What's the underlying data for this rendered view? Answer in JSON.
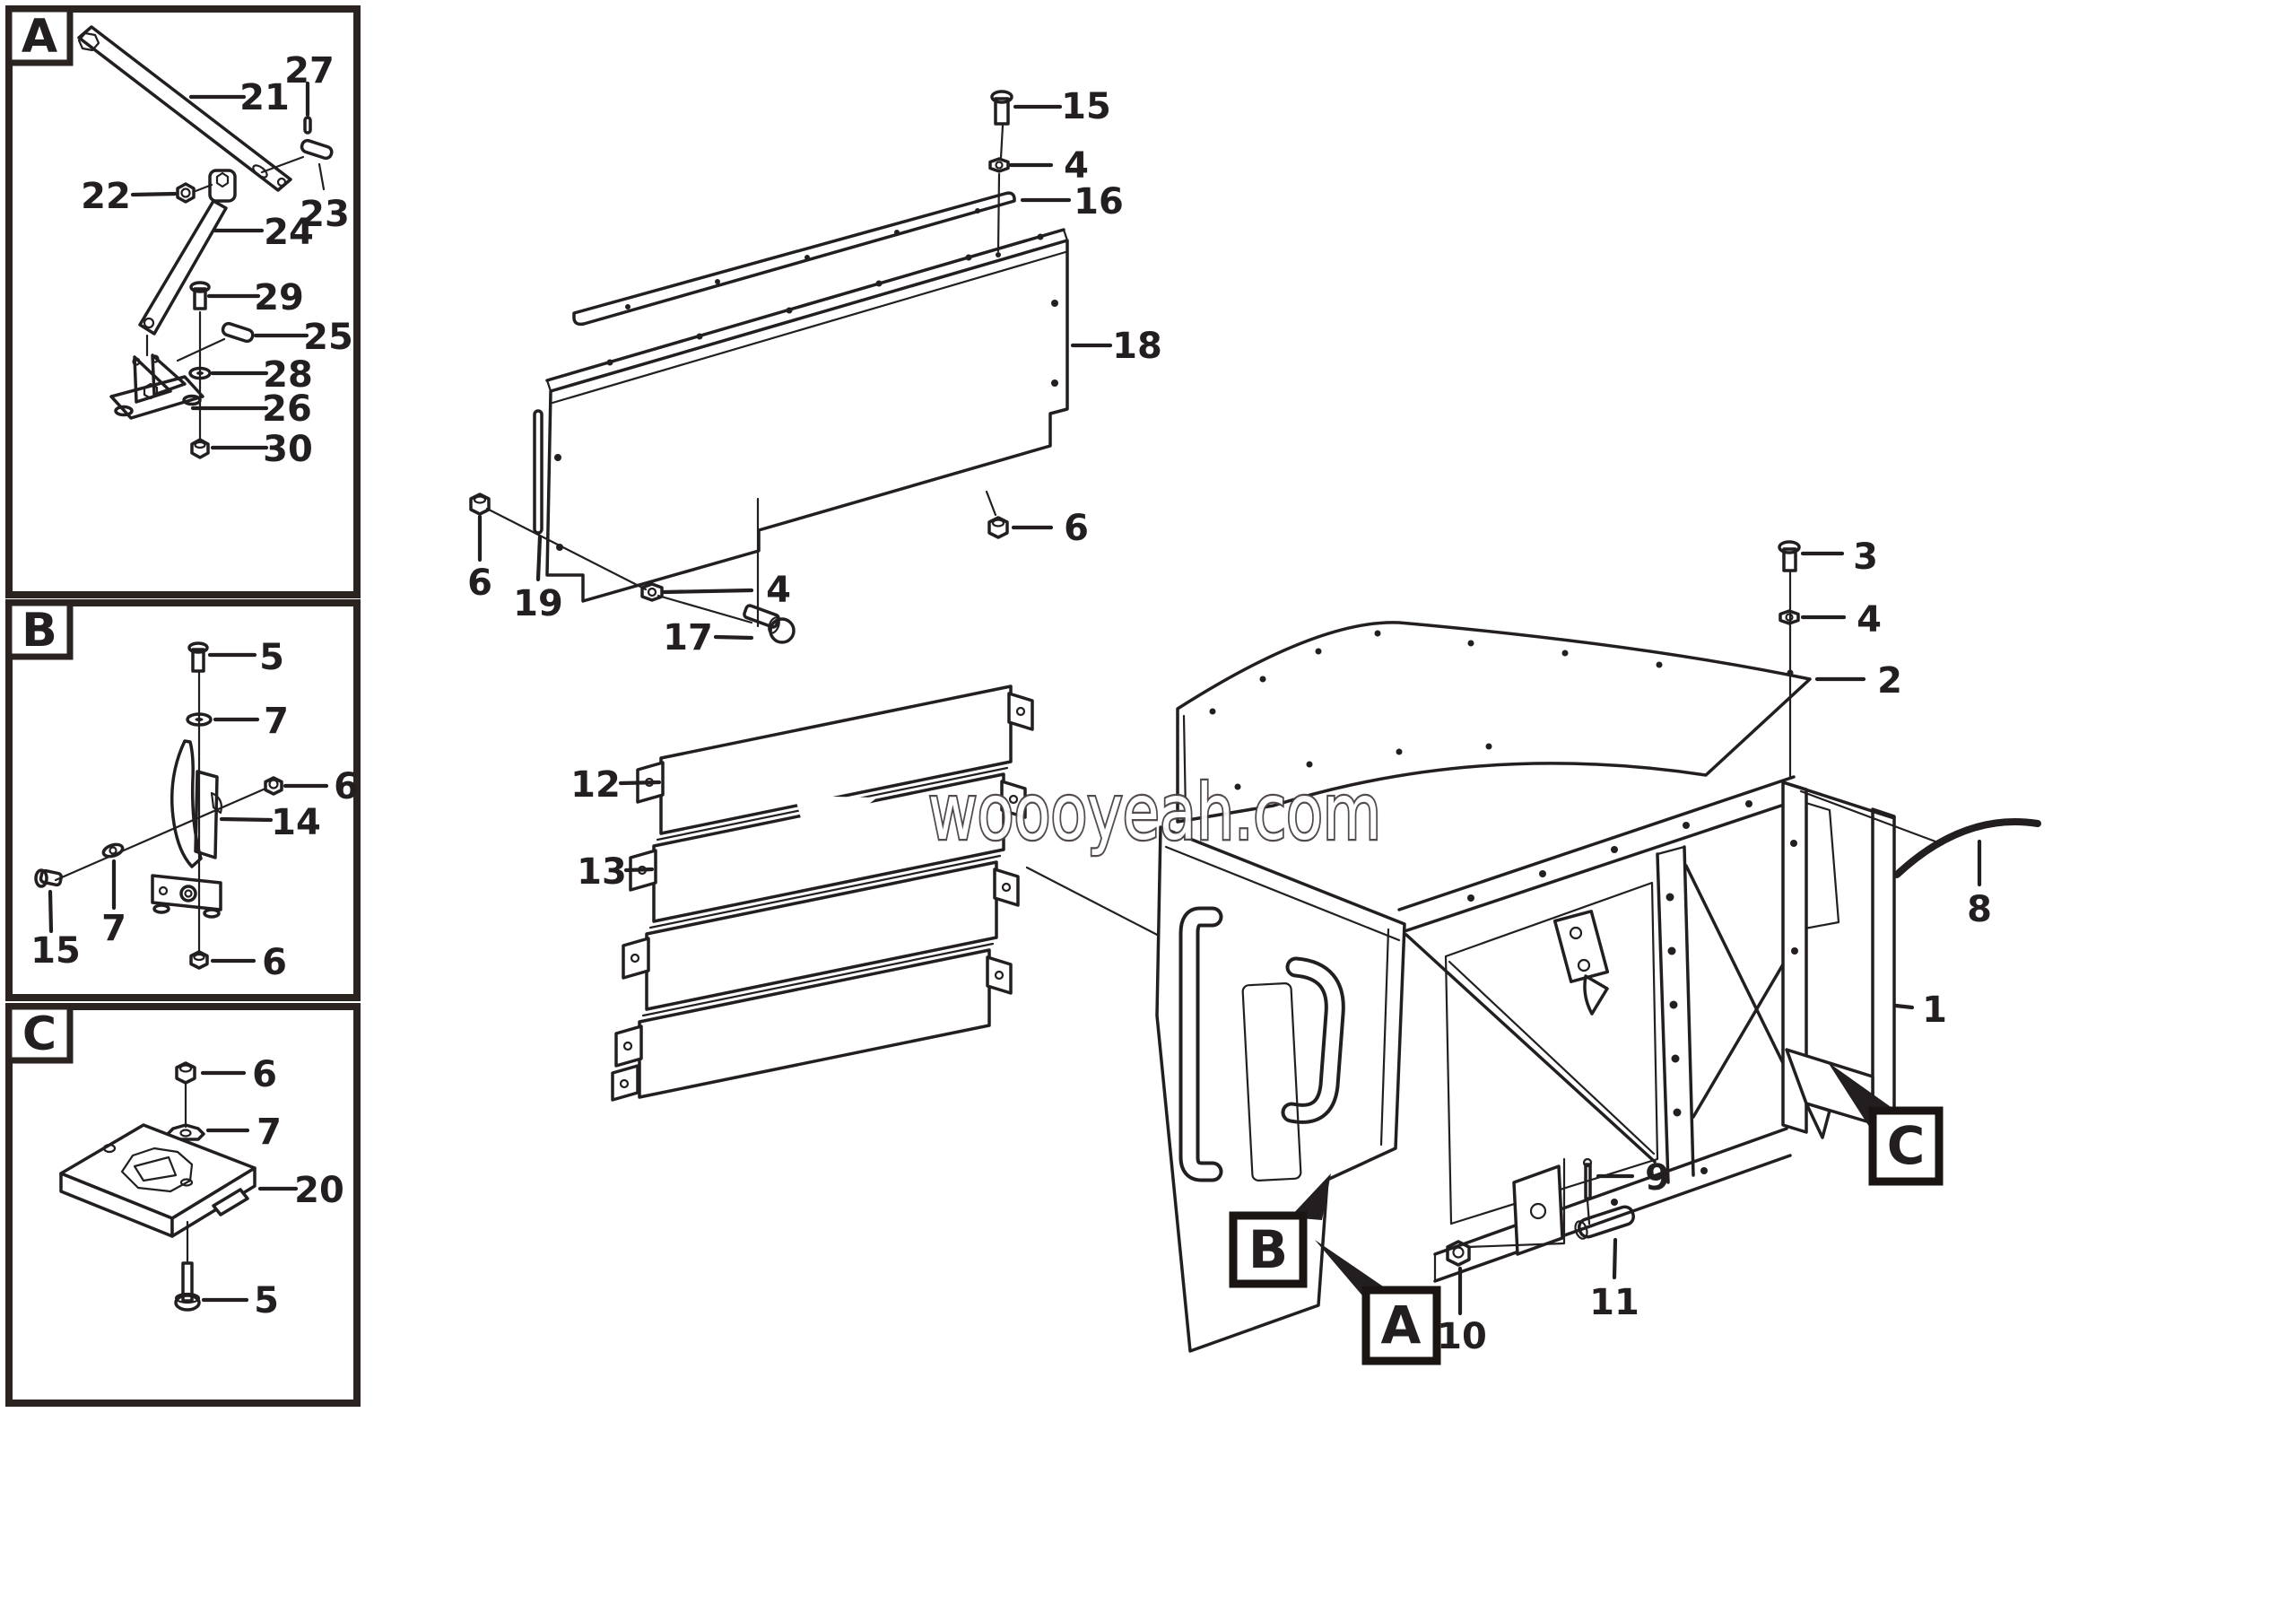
{
  "page": {
    "background": "#ffffff",
    "ink_color": "#231f20",
    "mesh_color": "#17110e",
    "watermark_outline_color": "#4a4245"
  },
  "watermark": {
    "text": "woooyeah.com"
  },
  "inset_a": {
    "tab": "A",
    "callouts": [
      "27",
      "21",
      "22",
      "23",
      "24",
      "29",
      "25",
      "28",
      "26",
      "30"
    ]
  },
  "inset_b": {
    "tab": "B",
    "callouts": [
      "5",
      "7",
      "6",
      "14",
      "7",
      "15",
      "6"
    ]
  },
  "inset_c": {
    "tab": "C",
    "callouts": [
      "6",
      "7",
      "20",
      "5"
    ]
  },
  "center": {
    "callouts": [
      "15",
      "4",
      "16",
      "18",
      "6",
      "6",
      "19",
      "4",
      "17",
      "12",
      "13"
    ]
  },
  "right": {
    "callouts": [
      "3",
      "4",
      "2",
      "8",
      "1",
      "9",
      "11",
      "10"
    ],
    "markers": [
      "B",
      "A",
      "C"
    ]
  }
}
